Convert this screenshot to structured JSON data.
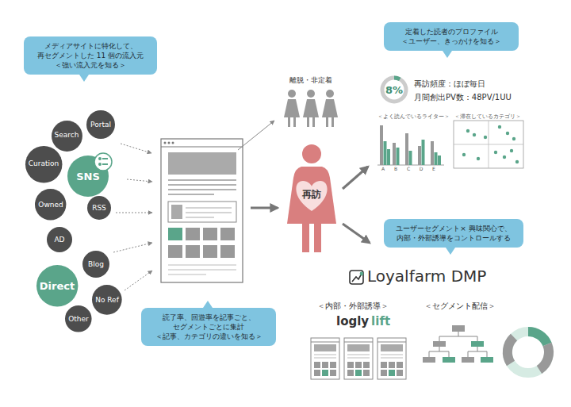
{
  "diagram": {
    "nodes": [
      {
        "text": [
          "メディアサイトに特化して、 再セグメントした 11 個の流入元",
          "＜強い流入元を知る＞"
        ]
      },
      {
        "text": [
          "Portal"
        ]
      },
      {
        "text": [
          "Search"
        ]
      },
      {
        "text": [
          "Curation"
        ]
      },
      {
        "text": [
          "SNS"
        ]
      },
      {
        "text": [
          "Owned"
        ]
      },
      {
        "text": [
          "RSS"
        ]
      },
      {
        "text": [
          "AD"
        ]
      },
      {
        "text": [
          "Blog"
        ]
      },
      {
        "text": [
          "Direct"
        ]
      },
      {
        "text": [
          "No Ref"
        ]
      },
      {
        "text": [
          "Other"
        ]
      },
      {
        "text": [
          "読了率、回遊率を記事ごと、 セグメントごとに集計",
          "＜記事、カテゴリの違いを知る＞"
        ]
      },
      {
        "text": [
          "再訪"
        ]
      },
      {
        "text": [
          "定着した読者のプロファイル",
          "＜ユーザー、きっかけを知る＞"
        ]
      },
      {
        "text": [
          "8%"
        ]
      },
      {
        "text": [
          "ユーザーセグメント× 興味関心で、 内部・外部誘導をコントロールする"
        ]
      }
    ],
    "labels": [
      "離脱・非定着",
      "再訪頻度：ほぼ毎日",
      "月間創出PV数：48PV/1UU",
      "＜よく読んでいるライター＞",
      "＜滞在しているカテゴリ＞",
      "A",
      "B",
      "C",
      "D",
      "E",
      "Loyalfarm DMP",
      "＜内部・外部誘導＞",
      "logly",
      "lift",
      "＜セグメント配信＞"
    ]
  }
}
